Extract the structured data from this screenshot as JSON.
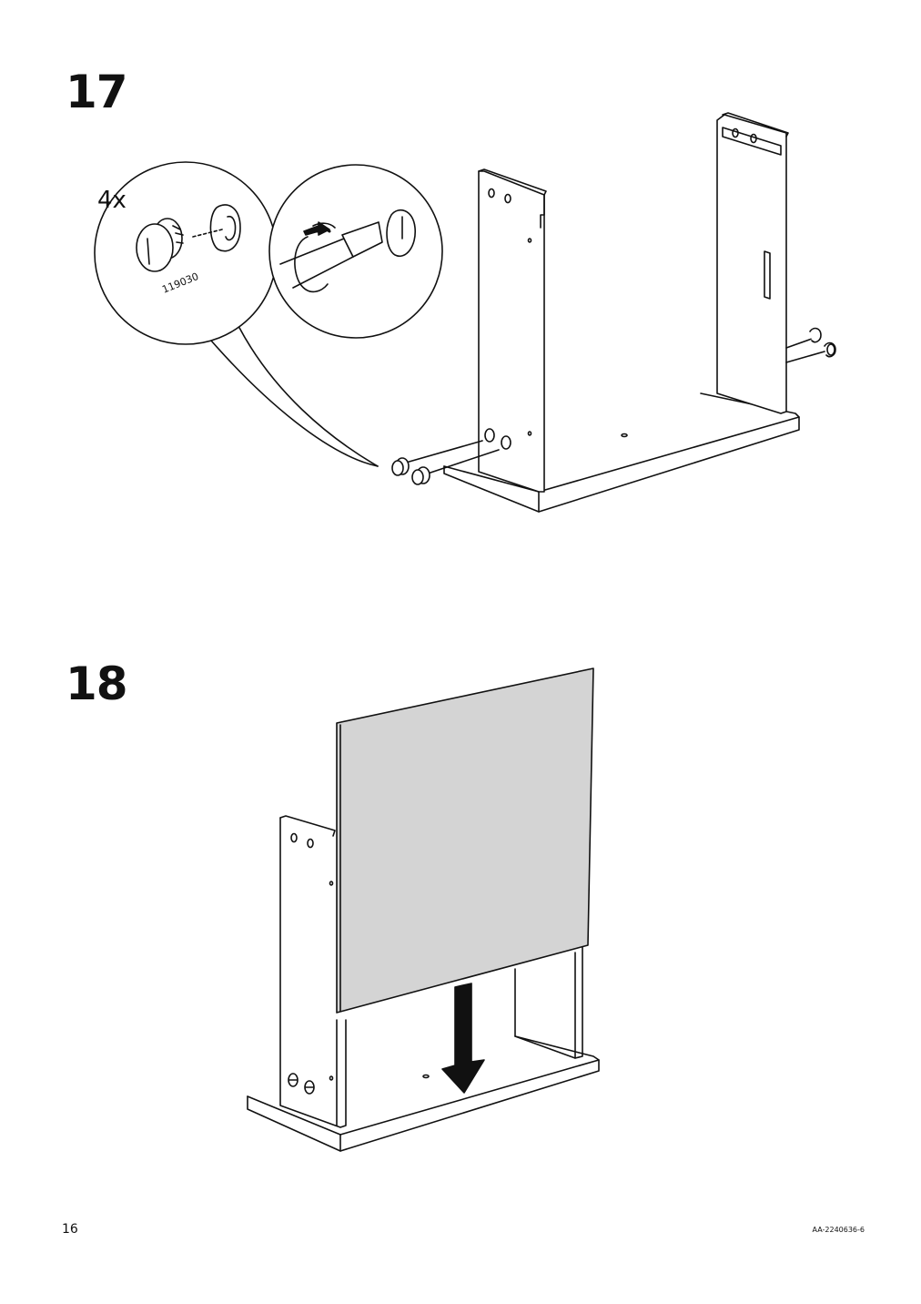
{
  "steps": [
    {
      "number": "17",
      "quantity": "4x",
      "part_number": "119030"
    },
    {
      "number": "18"
    }
  ],
  "footer": {
    "page_number": "16",
    "article_code": "AA-2240636-6"
  },
  "colors": {
    "line": "#111111",
    "panel_fill": "#d4d4d4",
    "background": "#ffffff"
  },
  "icons": [
    "cam-lock-fitting-icon",
    "screwdriver-icon",
    "rotation-arrow-icon",
    "down-arrow-icon"
  ]
}
